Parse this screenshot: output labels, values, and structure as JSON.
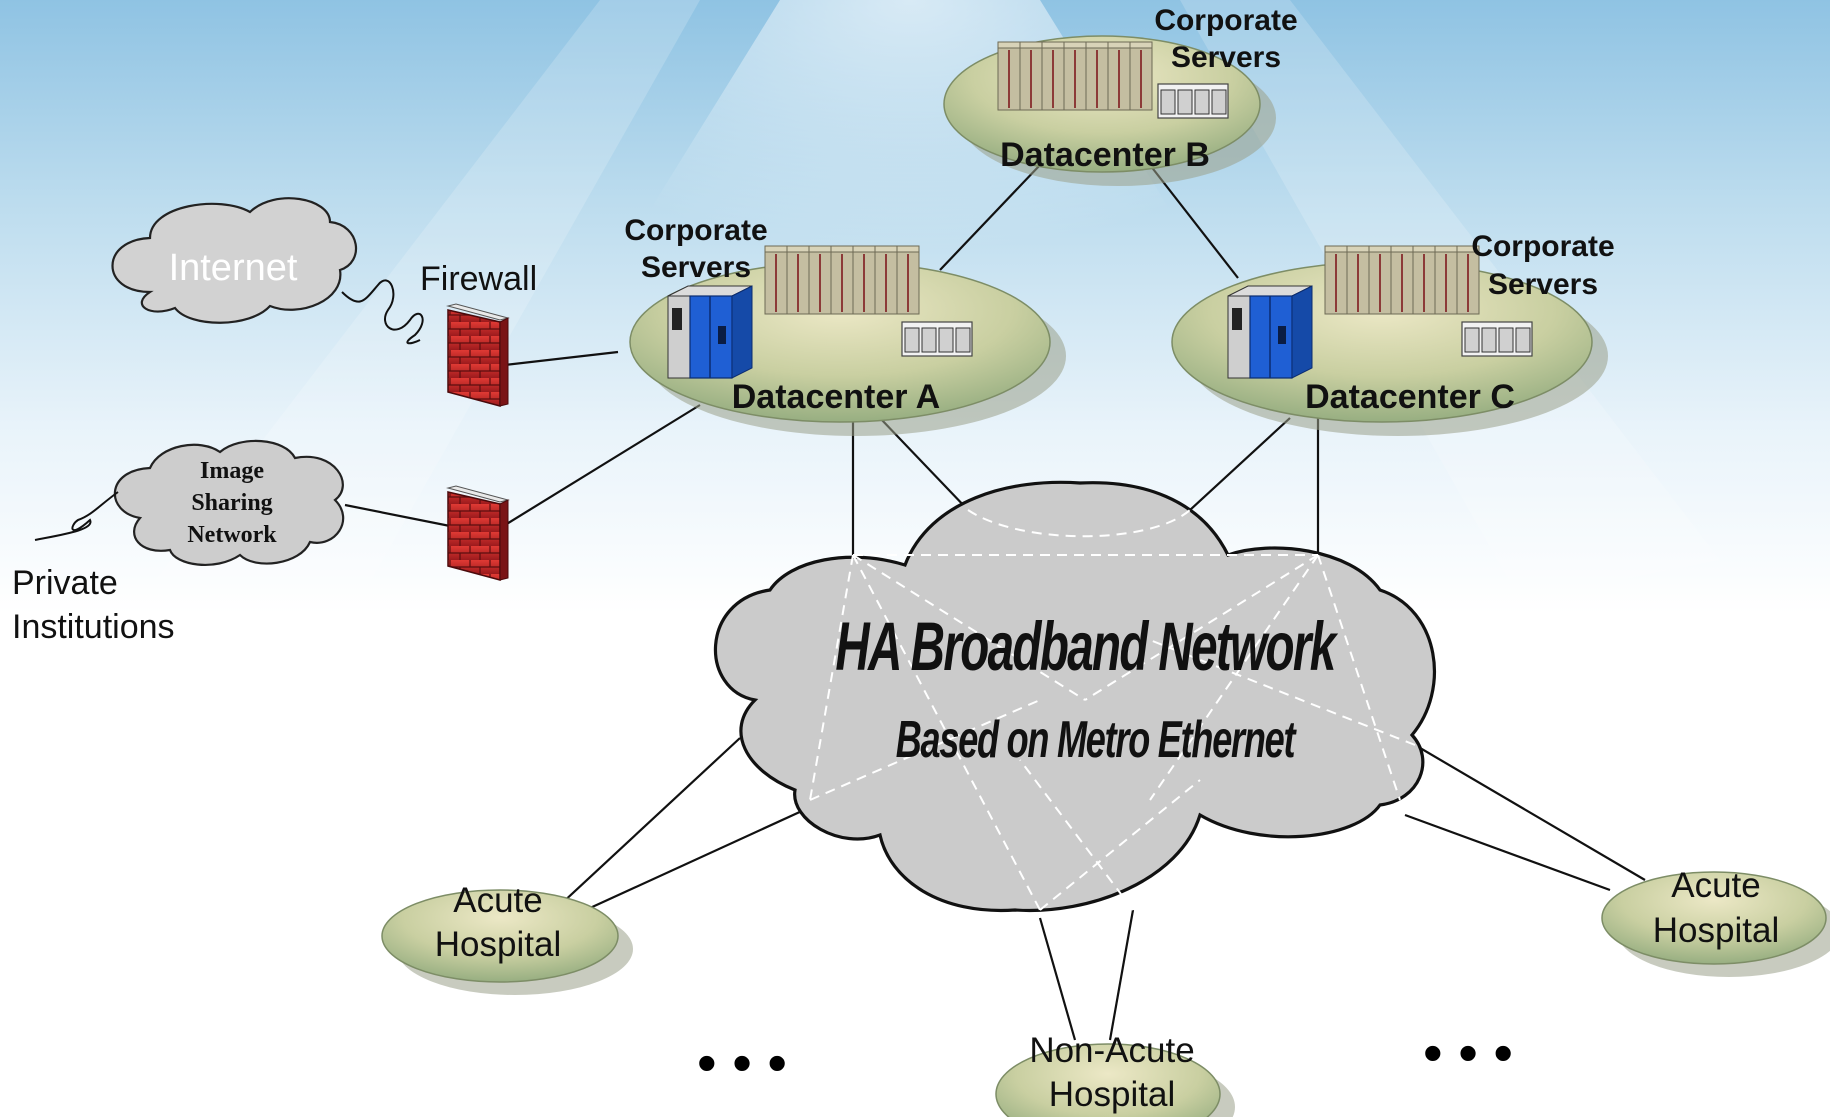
{
  "labels": {
    "internet": "Internet",
    "firewall": "Firewall",
    "image_sharing_line1": "Image",
    "image_sharing_line2": "Sharing",
    "image_sharing_line3": "Network",
    "private_line1": "Private",
    "private_line2": "Institutions",
    "dc_a": "Datacenter A",
    "dc_b": "Datacenter B",
    "dc_c": "Datacenter C",
    "corp_line1": "Corporate",
    "corp_line2": "Servers",
    "network_title": "HA Broadband Network",
    "network_subtitle": "Based on Metro Ethernet",
    "acute_line1": "Acute",
    "acute_line2": "Hospital",
    "nonacute_line1": "Non-Acute",
    "nonacute_line2": "Hospital",
    "ellipsis": "•  •  •"
  },
  "colors": {
    "node_fill_light": "#e6e2bc",
    "node_fill_dark": "#9fb586",
    "cloud_fill": "#cfcfcf",
    "firewall_red": "#c8262a",
    "server_blue": "#1f5fd4",
    "rack_gray": "#b9b49a"
  }
}
